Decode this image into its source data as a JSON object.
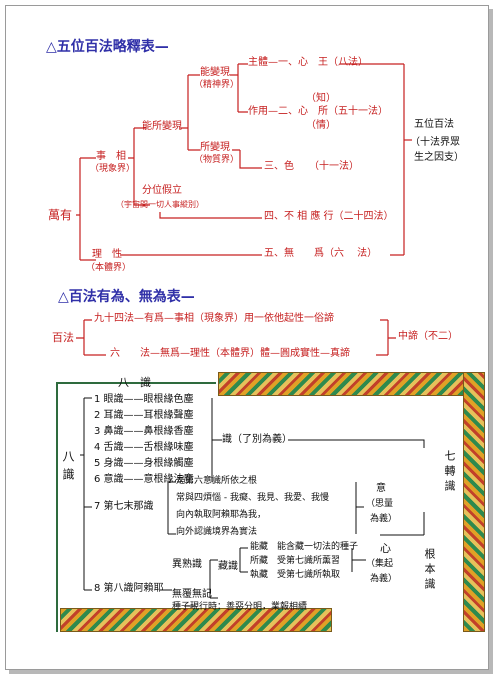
{
  "section1": {
    "title": "△五位百法略釋表—",
    "root": "萬有",
    "shixiang": "事　相",
    "shixiang_sub": "（現象界）",
    "lixing": "理　性",
    "lixing_sub": "（本體界）",
    "nengsuo": "能所變現",
    "neng": "能變現",
    "neng_sub": "（精神界）",
    "suo": "所變現",
    "suo_sub": "（物質界）",
    "fenwei": "分位假立",
    "fenwei_sub": "（宇宙間一切人事縱別）",
    "zhuti": "主體—一、心　王（八法）",
    "zuoyong_label": "作用—二、心　所（五十一法）",
    "zhi": "（知）",
    "qing": "（情）",
    "se": "三、色　　（十一法）",
    "buxiangying": "四、不 相 應 行（二十四法）",
    "wuwei": "五、無　　爲（六　 法）",
    "right_title": "五位百法",
    "right_sub1": "（十法界眾",
    "right_sub2": "生之因支）"
  },
  "section2": {
    "title": "△百法有為、無為表—",
    "baifa": "百法",
    "line1": "九十四法—有爲—事相（現象界）用一依他起性一俗諦",
    "line2": "六　　法—無爲—理性（本體界）體—圓成實性—真諦",
    "zhongdi": "中諦（不二）"
  },
  "section3": {
    "title": "八　識",
    "bashi": "八識",
    "items": [
      "1 眼識——眼根緣色塵",
      "2 耳識——耳根緣聲塵",
      "3 鼻識——鼻根緣香塵",
      "4 舌識——舌根緣味塵",
      "5 身識——身根緣觸塵",
      "6 意識——意根緣法塵"
    ],
    "shi_label": "識（了別為義）",
    "seven": "7 第七末那識",
    "seven_items": [
      "是第六意識所依之根",
      "常與四煩惱 - 我癡、我見、我愛、我慢",
      "向內執取阿賴耶為我，",
      "向外認識境界為實法"
    ],
    "yi": "意",
    "yi_sub1": "（思量",
    "yi_sub2": "為義）",
    "qizhuan": "七轉識",
    "eight": "8 第八識阿賴耶",
    "zangshi": "藏識",
    "yishu": "異熟識",
    "wumouji": "無覆無記",
    "cang": [
      "能藏　能含藏一切法的種子",
      "所藏　受第七識所薰習",
      "執藏　受第七識所執取"
    ],
    "xin": "心",
    "xin_sub1": "（集起",
    "xin_sub2": "為義）",
    "genben": "根本識",
    "zhongzi": "種子現行時：善惡分明，業報相續"
  }
}
